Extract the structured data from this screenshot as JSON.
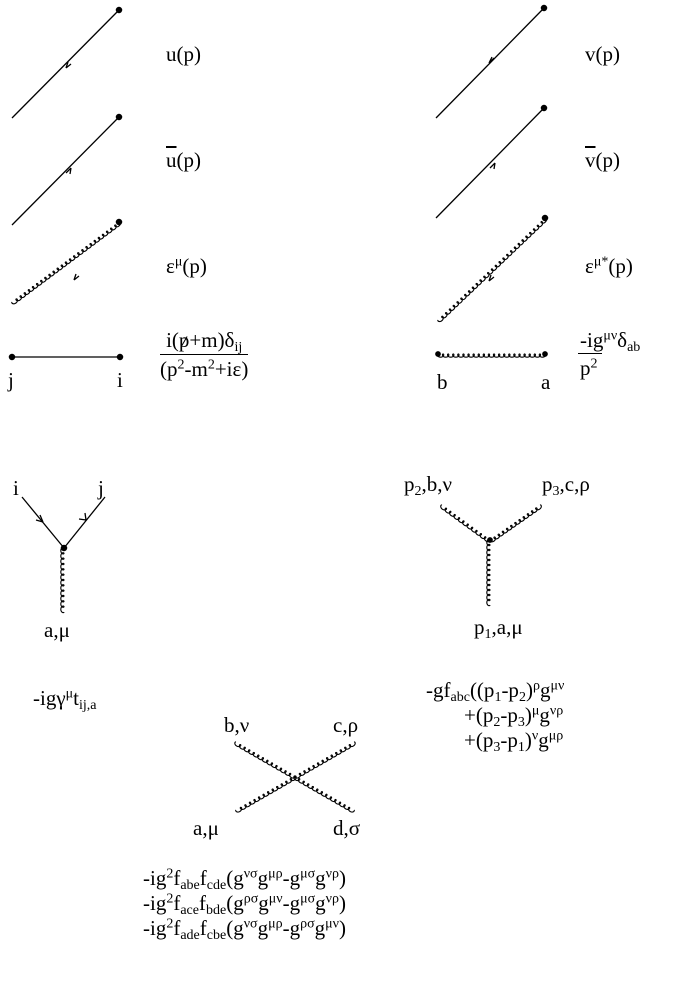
{
  "external_lines": {
    "u": {
      "name": "u",
      "arg": "(p)"
    },
    "v": {
      "name": "v",
      "arg": "(p)"
    },
    "ubar": {
      "name": "u",
      "arg": "(p)"
    },
    "vbar": {
      "name": "v",
      "arg": "(p)"
    },
    "eps": {
      "name": "ε",
      "sup": "μ",
      "arg": "(p)"
    },
    "eps_star": {
      "name": "ε",
      "sup": "μ*",
      "arg": "(p)"
    }
  },
  "fermion_propagator": {
    "left_index": "j",
    "right_index": "i",
    "num_a": "i(",
    "num_p": "p",
    "num_b": "+m)δ",
    "num_sub": "ij",
    "den_a": "(p",
    "den_sup1": "2",
    "den_b": "-m",
    "den_sup2": "2",
    "den_c": "+iε)"
  },
  "gluon_propagator": {
    "left_index": "b",
    "right_index": "a",
    "num_a": "-ig",
    "num_sup": "μν",
    "num_b": "δ",
    "num_sub": "ab",
    "den_a": "p",
    "den_sup": "2"
  },
  "quark_gluon_vertex": {
    "label_i": "i",
    "label_j": "j",
    "label_gluon": "a,μ",
    "rule_a": "-igγ",
    "rule_sup": "μ",
    "rule_b": "t",
    "rule_sub": "ij,a"
  },
  "three_gluon_vertex": {
    "label_left": {
      "p": "p",
      "sub": "2",
      "rest": ",b,ν"
    },
    "label_right": {
      "p": "p",
      "sub": "3",
      "rest": ",c,ρ"
    },
    "label_bottom": {
      "p": "p",
      "sub": "1",
      "rest": ",a,μ"
    },
    "rule": {
      "l1_a": "-gf",
      "l1_sub_f": "abc",
      "l1_b": "((p",
      "l1_s1": "1",
      "l1_c": "-p",
      "l1_s2": "2",
      "l1_d": ")",
      "l1_sup1": "ρ",
      "l1_e": "g",
      "l1_sup2": "μν",
      "l2_a": "+(p",
      "l2_s1": "2",
      "l2_b": "-p",
      "l2_s2": "3",
      "l2_c": ")",
      "l2_sup1": "μ",
      "l2_d": "g",
      "l2_sup2": "νρ",
      "l3_a": "+(p",
      "l3_s1": "3",
      "l3_b": "-p",
      "l3_s2": "1",
      "l3_c": ")",
      "l3_sup1": "ν",
      "l3_d": "g",
      "l3_sup2": "μρ"
    }
  },
  "four_gluon_vertex": {
    "label_tl": "b,ν",
    "label_tr": "c,ρ",
    "label_bl": "a,μ",
    "label_br": "d,σ",
    "rules": [
      {
        "a": "-ig",
        "sq": "2",
        "f1": "f",
        "s1": "abe",
        "f2": "f",
        "s2": "cde",
        "g1": "(g",
        "u1": "νσ",
        "g2": "g",
        "u2": "μρ",
        "m": "-g",
        "u3": "μσ",
        "g3": "g",
        "u4": "νρ",
        "end": ")"
      },
      {
        "a": "-ig",
        "sq": "2",
        "f1": "f",
        "s1": "ace",
        "f2": "f",
        "s2": "bde",
        "g1": "(g",
        "u1": "ρσ",
        "g2": "g",
        "u2": "μν",
        "m": "-g",
        "u3": "μσ",
        "g3": "g",
        "u4": "νρ",
        "end": ")"
      },
      {
        "a": "-ig",
        "sq": "2",
        "f1": "f",
        "s1": "ade",
        "f2": "f",
        "s2": "cbe",
        "g1": "(g",
        "u1": "νσ",
        "g2": "g",
        "u2": "μρ",
        "m": "-g",
        "u3": "ρσ",
        "g3": "g",
        "u4": "μν",
        "end": ")"
      }
    ]
  }
}
